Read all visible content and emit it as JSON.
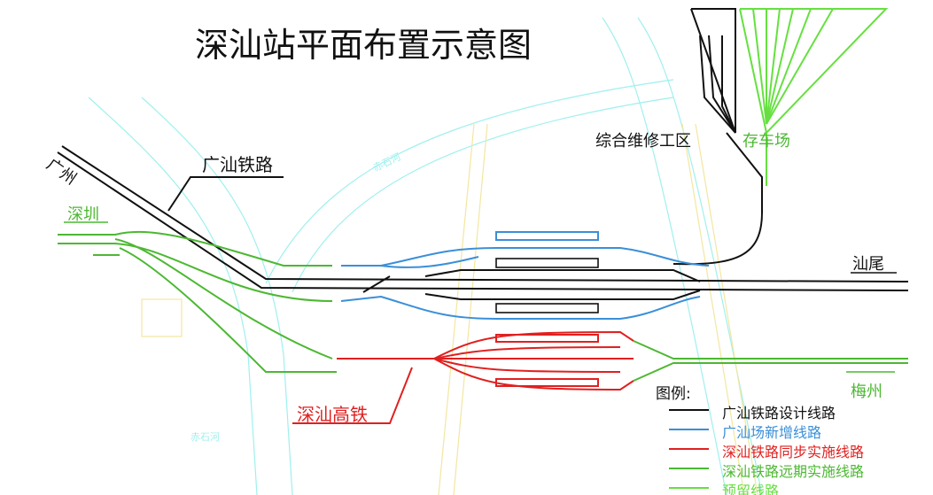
{
  "title": "深汕站平面布置示意图",
  "labels": {
    "guangshan_railway": "广汕铁路",
    "guangzhou": "广州",
    "shenzhen": "深圳",
    "shanwei": "汕尾",
    "meizhou": "梅州",
    "maintenance_area": "综合维修工区",
    "storage_yard": "存车场",
    "shenshan_hsr": "深汕高铁",
    "river_1": "赤石河",
    "river_2": "赤石河"
  },
  "legend": {
    "title": "图例:",
    "items": [
      {
        "label": "广汕铁路设计线路",
        "color": "#111111"
      },
      {
        "label": "广汕场新增线路",
        "color": "#3a8fd8"
      },
      {
        "label": "深汕铁路同步实施线路",
        "color": "#e02020"
      },
      {
        "label": "深汕铁路远期实施线路",
        "color": "#4cb832"
      },
      {
        "label": "预留线路",
        "color": "#66e040"
      }
    ]
  }
}
